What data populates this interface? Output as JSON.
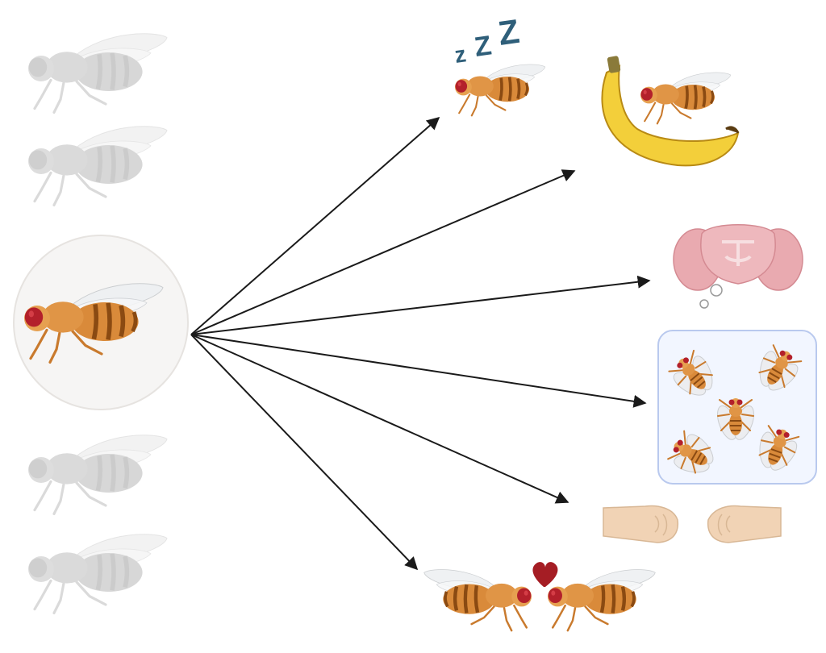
{
  "diagram": {
    "type": "fly-behaviors-fan-out",
    "hub_icon": "fruit-fly-in-circle-icon",
    "faded_flies": [
      "fruit-fly-icon",
      "fruit-fly-icon",
      "fruit-fly-icon",
      "fruit-fly-icon"
    ],
    "targets": [
      {
        "name": "sleep",
        "icon": "sleeping-fly-icon"
      },
      {
        "name": "feeding",
        "icon": "fly-on-banana-icon"
      },
      {
        "name": "learning-memory",
        "icon": "fly-brain-thought-icon"
      },
      {
        "name": "social-behavior",
        "icon": "fly-group-icon"
      },
      {
        "name": "aggression",
        "icon": "fist-bump-icon"
      },
      {
        "name": "courtship",
        "icon": "courting-flies-icon"
      }
    ],
    "sleep_glyphs": [
      "z",
      "Z",
      "Z"
    ]
  },
  "colors": {
    "fly_body": "#d98a3a",
    "fly_stripe": "#8a4a12",
    "fly_eye": "#b3202b",
    "faded_fly": "#c8c8c8",
    "arrow": "#1a1a1a",
    "zzz": "#2f5f7a",
    "banana": "#f3cf3a",
    "brain": "#e9aab0",
    "heart": "#a51d24",
    "fist": "#f1d3b5",
    "group_box_border": "#b9c9ee",
    "group_box_fill": "#f2f6ff"
  }
}
